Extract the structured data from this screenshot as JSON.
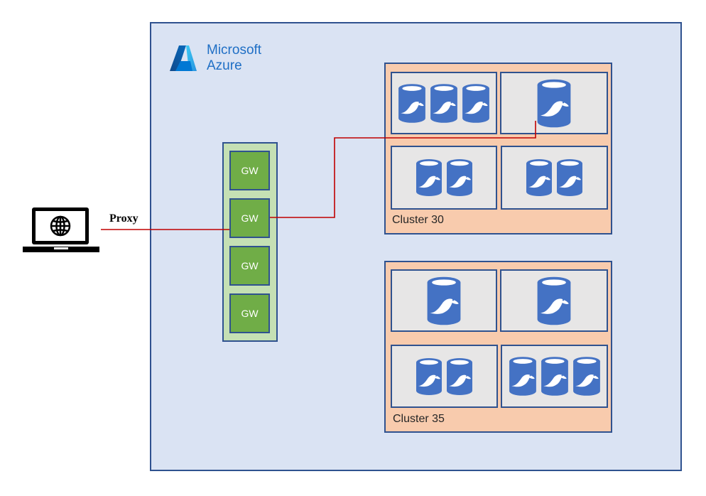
{
  "brand": {
    "line1": "Microsoft",
    "line2": "Azure"
  },
  "proxy_label": "Proxy",
  "gateways": [
    "GW",
    "GW",
    "GW",
    "GW"
  ],
  "clusters": [
    {
      "label": "Cluster 30",
      "nodes": [
        3,
        1,
        2,
        2
      ]
    },
    {
      "label": "Cluster 35",
      "nodes": [
        1,
        1,
        2,
        3
      ]
    }
  ],
  "colors": {
    "region_fill": "#dae3f3",
    "border": "#2f528f",
    "gateway_panel": "#c5e0b4",
    "gateway": "#70ad47",
    "cluster_fill": "#f8cbad",
    "node_fill": "#e7e6e6",
    "database": "#4472c4",
    "connector": "#c00000",
    "brand_text": "#1f6fc5"
  },
  "icons": {
    "client": "laptop-globe-icon",
    "database": "mariadb-database-icon",
    "brand": "azure-logo-icon"
  }
}
